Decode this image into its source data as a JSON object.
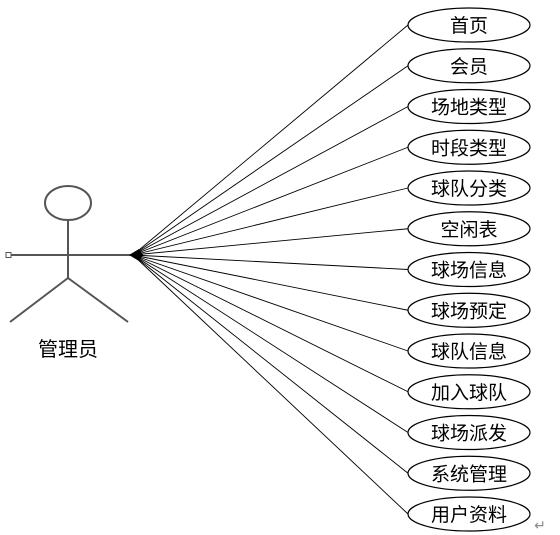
{
  "actor": {
    "label": "管理员"
  },
  "use_cases": [
    "首页",
    "会员",
    "场地类型",
    "时段类型",
    "球队分类",
    "空闲表",
    "球场信息",
    "球场预定",
    "球队信息",
    "加入球队",
    "球场派发",
    "系统管理",
    "用户资料"
  ],
  "icons": {
    "paragraph_mark": "return-arrow-icon",
    "paragraph_glyph": "↵"
  }
}
